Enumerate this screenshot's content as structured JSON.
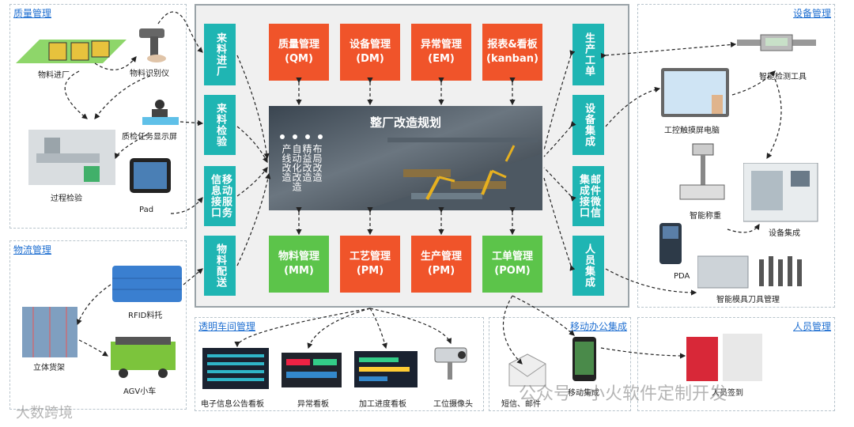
{
  "panels": {
    "quality": "质量管理",
    "equipment": "设备管理",
    "logistics": "物流管理",
    "workshop": "透明车间管理",
    "mobile": "移动办公集成",
    "personnel": "人员管理"
  },
  "left_boxes": [
    "来料进厂",
    "来料检验",
    "移动服务信息接口",
    "物料配送"
  ],
  "right_boxes": [
    "生产工单",
    "设备集成",
    "邮件微信集成接口",
    "人员集成"
  ],
  "top_modules": [
    {
      "name": "质量管理",
      "code": "(QM)"
    },
    {
      "name": "设备管理",
      "code": "(DM)"
    },
    {
      "name": "异常管理",
      "code": "(EM)"
    },
    {
      "name": "报表&看板",
      "code": "(kanban)"
    }
  ],
  "bottom_modules": [
    {
      "name": "物料管理",
      "code": "(MM)"
    },
    {
      "name": "工艺管理",
      "code": "(PM)"
    },
    {
      "name": "生产管理",
      "code": "(PM)"
    },
    {
      "name": "工单管理",
      "code": "(POM)"
    }
  ],
  "hero": {
    "title": "整厂改造规划",
    "col1": "布局改造",
    "col2": "精益改造",
    "col3": "自动化改造",
    "col4": "产线改造"
  },
  "quality_items": {
    "material_in": "物料进厂",
    "scanner": "物料识别仪",
    "qc_screen": "质检任务显示屏",
    "process_check": "过程检验",
    "pad": "Pad"
  },
  "equipment_items": {
    "gauge": "智能检测工具",
    "touch_pc": "工控触摸屏电脑",
    "scale": "智能称重",
    "machine": "设备集成",
    "pda": "PDA",
    "tools": "智能模具刀具管理"
  },
  "logistics_items": {
    "rfid": "RFID料托",
    "rack": "立体货架",
    "agv": "AGV小车"
  },
  "workshop_items": {
    "bulletin": "电子信息公告看板",
    "abnormal": "异常看板",
    "progress": "加工进度看板",
    "camera": "工位摄像头"
  },
  "mobile_items": {
    "sms": "短信、邮件",
    "mobile": "移动集成"
  },
  "personnel_items": {
    "signin": "人员签到"
  },
  "watermarks": {
    "left": "大数跨境",
    "right": "公众号 · 小火软件定制开发"
  },
  "colors": {
    "teal": "#1fb5b3",
    "orange": "#f0542a",
    "green": "#5cc44a",
    "title_blue": "#1f6fd1"
  }
}
